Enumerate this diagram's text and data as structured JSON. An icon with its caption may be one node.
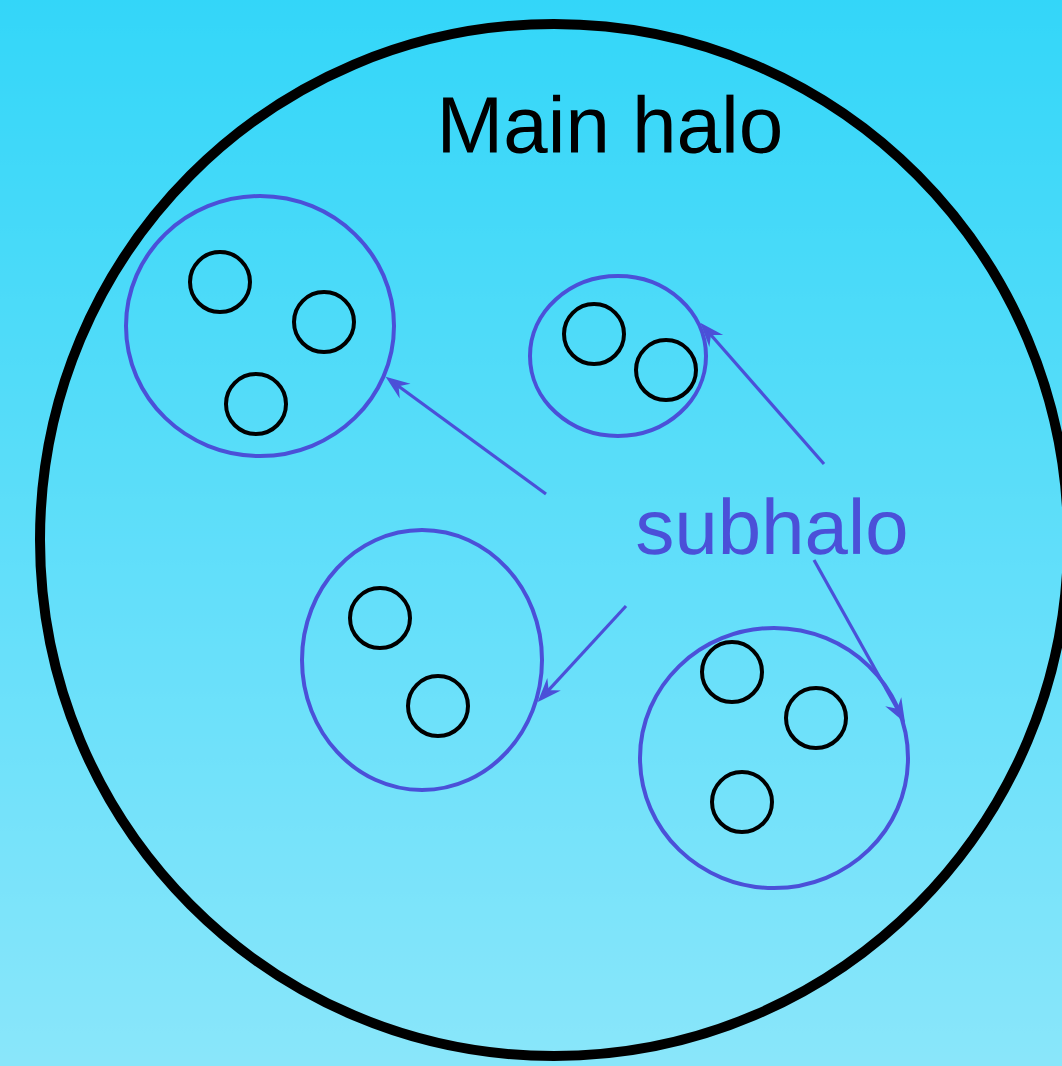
{
  "diagram": {
    "nodes": [
      {
        "text": [
          "Main halo"
        ]
      },
      {
        "text": [],
        "shape": "circle",
        "in": 0
      },
      {
        "text": [],
        "shape": "circle",
        "in": 1
      },
      {
        "text": [],
        "shape": "circle",
        "in": 1
      },
      {
        "text": [],
        "shape": "circle",
        "in": 1
      },
      {
        "text": [],
        "shape": "circle",
        "in": 0
      },
      {
        "text": [],
        "shape": "circle",
        "in": 5
      },
      {
        "text": [],
        "shape": "circle",
        "in": 5
      },
      {
        "text": [],
        "shape": "circle",
        "in": 0
      },
      {
        "text": [],
        "shape": "circle",
        "in": 8
      },
      {
        "text": [],
        "shape": "circle",
        "in": 8
      },
      {
        "text": [],
        "shape": "circle",
        "in": 0
      },
      {
        "text": [],
        "shape": "circle",
        "in": 11
      },
      {
        "text": [],
        "shape": "circle",
        "in": 11
      },
      {
        "text": [],
        "shape": "circle",
        "in": 11
      },
      {
        "text": [
          "subhalo"
        ],
        "in": 0
      }
    ],
    "edges": [
      {
        "from": 15,
        "to": 1,
        "arrow": "to"
      },
      {
        "from": 15,
        "to": 5,
        "arrow": "to"
      },
      {
        "from": 15,
        "to": 8,
        "arrow": "to"
      },
      {
        "from": 15,
        "to": 11,
        "arrow": "to"
      }
    ]
  }
}
